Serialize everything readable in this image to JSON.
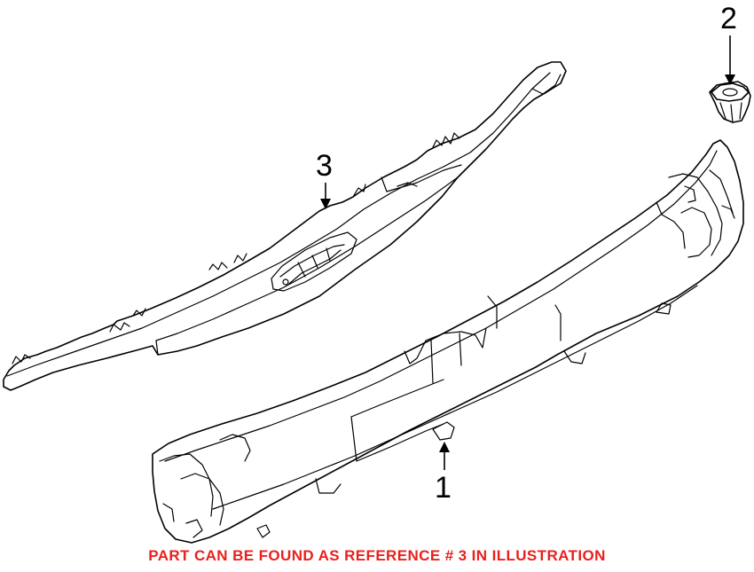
{
  "callouts": {
    "part_1": "1",
    "part_2": "2",
    "part_3": "3"
  },
  "footer_note": "PART CAN BE FOUND AS REFERENCE # 3 IN ILLUSTRATION",
  "colors": {
    "note_text": "#e8211d",
    "line_art": "#000000",
    "background": "#ffffff"
  }
}
